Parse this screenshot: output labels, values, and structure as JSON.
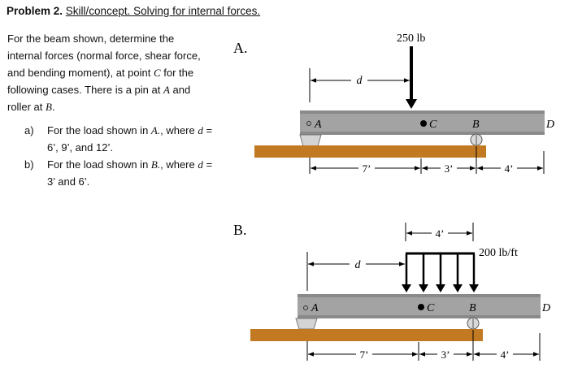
{
  "header": {
    "problem_label": "Problem 2.",
    "topic": "Skill/concept. Solving for internal forces."
  },
  "intro": {
    "line1": "For the beam shown, determine the",
    "line2": "internal forces (normal force, shear force,",
    "line3": "and bending moment), at point ",
    "line3_point": "C",
    "line3_end": " for the",
    "line4": "following cases.  There is a pin at ",
    "line4_point": "A",
    "line4_end": " and",
    "line5": "roller at ",
    "line5_point": "B",
    "line5_end": "."
  },
  "cases": [
    {
      "marker": "a)",
      "text1": "For the load shown in ",
      "ref": "A.",
      "text2": ", where ",
      "var": "d",
      "text3": " =",
      "text4": "6’, 9’, and 12’."
    },
    {
      "marker": "b)",
      "text1": "For the load shown in ",
      "ref": "B.",
      "text2": ", where ",
      "var": "d",
      "text3": " =",
      "text4": "3’ and 6’."
    }
  ],
  "figureA": {
    "label": "A.",
    "load": "250 lb",
    "dim_d": "d",
    "point_A": "A",
    "point_C": "C",
    "point_B": "B",
    "point_D": "D",
    "dim_AC": "7’",
    "dim_CB": "3’",
    "dim_BD": "4’"
  },
  "figureB": {
    "label": "B.",
    "dist_load": "200 lb/ft",
    "dist_length": "4’",
    "dim_d": "d",
    "point_A": "A",
    "point_C": "C",
    "point_B": "B",
    "point_D": "D",
    "dim_AC": "7’",
    "dim_CB": "3’",
    "dim_BD": "4’"
  },
  "colors": {
    "beam": "#a3a3a3",
    "beam_edge": "#7f7f7f",
    "ground": "#c27a22",
    "support": "#cfcfcf"
  }
}
